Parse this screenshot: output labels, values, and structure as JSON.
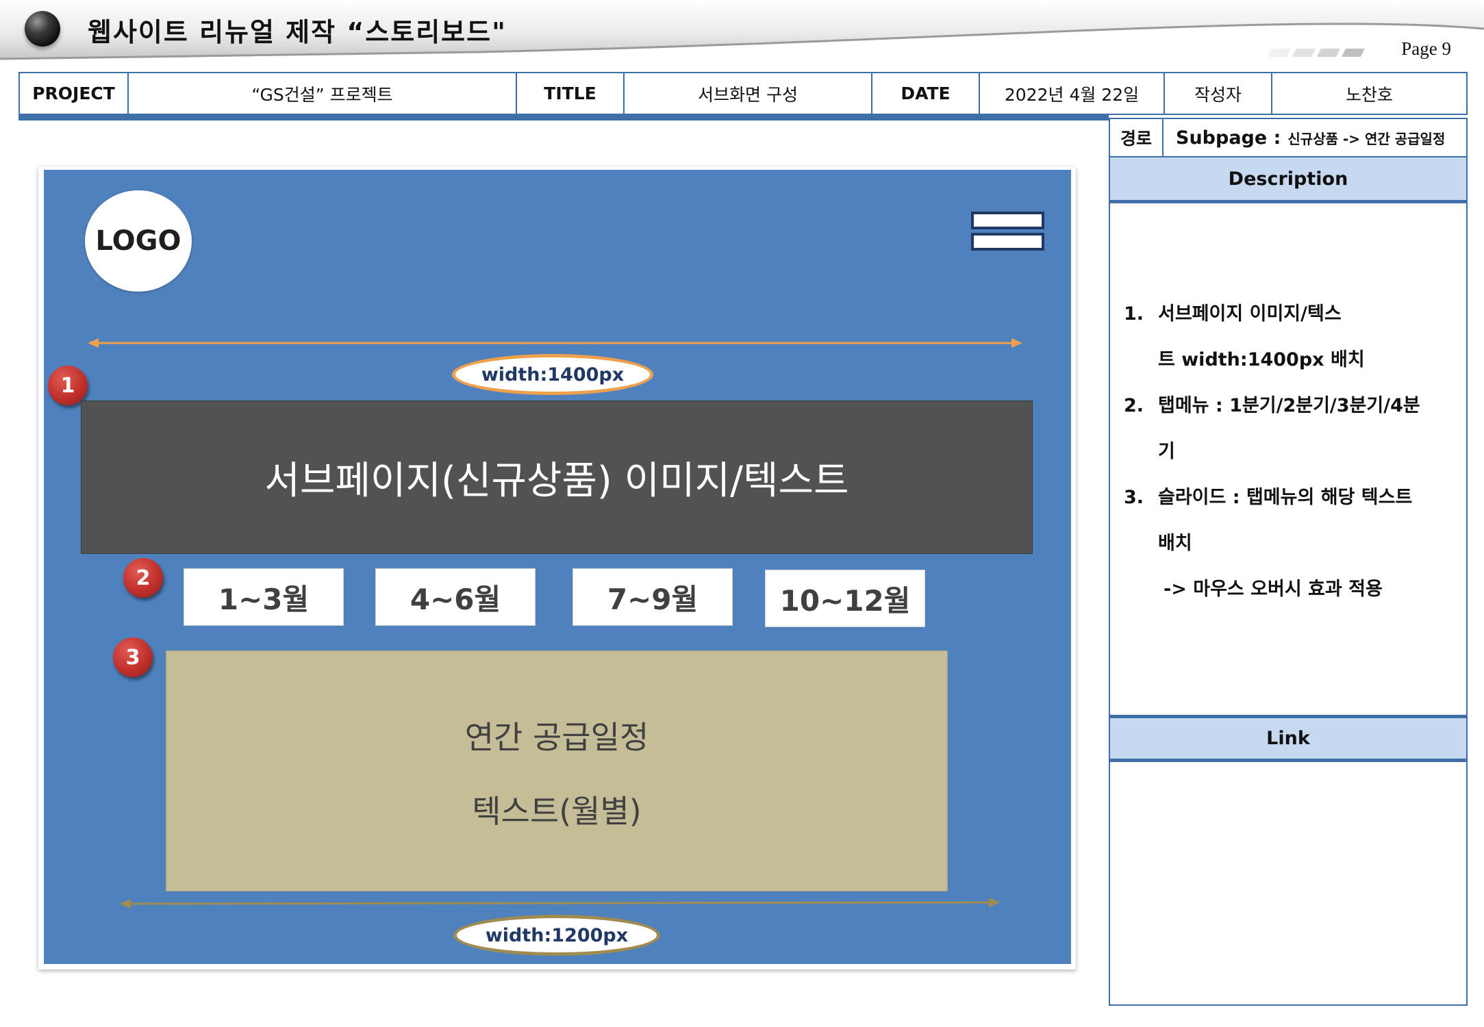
{
  "header": {
    "title": "웹사이트 리뉴얼 제작 “스토리보드\"",
    "page_label": "Page",
    "page_number": "9"
  },
  "info_table": {
    "project_label": "PROJECT",
    "project_value": "“GS건설” 프로젝트",
    "title_label": "TITLE",
    "title_value": "서브화면 구성",
    "date_label": "DATE",
    "date_value": "2022년 4월 22일",
    "author_label": "작성자",
    "author_value": "노찬호"
  },
  "side_panel": {
    "path_label": "경로",
    "path_prefix": "Subpage :",
    "path_value": "신규상품 -> 연간 공급일정",
    "description_header": "Description",
    "description_items": [
      {
        "num": "1.",
        "lines": [
          "서브페이지 이미지/텍스",
          "트 width:1400px 배치"
        ]
      },
      {
        "num": "2.",
        "lines": [
          "탭메뉴 : 1분기/2분기/3분기/4분",
          "기"
        ]
      },
      {
        "num": "3.",
        "lines": [
          "슬라이드 : 탭메뉴의 해당 텍스트",
          "배치"
        ]
      }
    ],
    "description_note": "-> 마우스 오버시 효과 적용",
    "link_header": "Link"
  },
  "wireframe": {
    "logo_text": "LOGO",
    "width_label_top": "width:1400px",
    "width_label_bottom": "width:1200px",
    "steps": [
      "1",
      "2",
      "3"
    ],
    "banner_text": "서브페이지(신규상품) 이미지/텍스트",
    "tabs": [
      "1~3월",
      "4~6월",
      "7~9월",
      "10~12월"
    ],
    "content_line_1": "연간 공급일정",
    "content_line_2": "텍스트(월별)"
  },
  "colors": {
    "canvas_blue": "#4f81bd",
    "banner_gray": "#525252",
    "content_khaki": "#c4bd97",
    "table_border": "#3f6fa8",
    "panel_header": "#c6d9f1",
    "badge_red": "#c0302a",
    "arrow_orange": "#f0a04a",
    "arrow_khaki": "#a08c4f"
  }
}
